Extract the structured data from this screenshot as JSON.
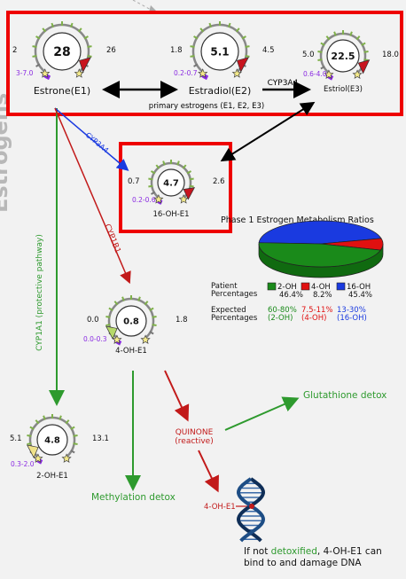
{
  "side_title": "Estrogens",
  "gauges": {
    "estrone": {
      "value": "28",
      "low": "2",
      "high": "26",
      "range": "3-7.0",
      "label": "Estrone(E1)"
    },
    "estradiol": {
      "value": "5.1",
      "low": "1.8",
      "high": "4.5",
      "range": "0.2-0.7",
      "label": "Estradiol(E2)"
    },
    "estriol": {
      "value": "22.5",
      "low": "5.0",
      "high": "18.0",
      "range": "0.6-4.0",
      "label": "Estriol(E3)"
    },
    "oh16": {
      "value": "4.7",
      "low": "0.7",
      "high": "2.6",
      "range": "0.2-0.6",
      "label": "16-OH-E1"
    },
    "oh4": {
      "value": "0.8",
      "low": "0.0",
      "high": "1.8",
      "range": "0.0-0.3",
      "label": "4-OH-E1"
    },
    "oh2": {
      "value": "4.8",
      "low": "5.1",
      "high": "13.1",
      "range": "0.3-2.0",
      "label": "2-OH-E1"
    }
  },
  "labels": {
    "primary": "primary estrogens (E1, E2, E3)",
    "cyp3a4_top": "CYP3A4",
    "cyp3a4_diag": "CYP3A4",
    "cyp1b1": "CYP1B1",
    "cyp1a1": "CYP1A1 (protective pathway)",
    "quinone": "QUINONE",
    "reactive": "(reactive)",
    "glutathione": "Glutathione detox",
    "methylation": "Methylation detox",
    "dna_label": "4-OH-E1",
    "footer_pre": "If not ",
    "footer_highlight": "detoxified",
    "footer_post": ", 4-OH-E1 can",
    "footer_line2": "bind to and damage DNA"
  },
  "ratios": {
    "title": "Phase 1 Estrogen Metabolism Ratios",
    "patient_label_1": "Patient",
    "patient_label_2": "Percentages",
    "expected_label_1": "Expected",
    "expected_label_2": "Percentages",
    "legend": [
      {
        "name": "2-OH",
        "color": "#1a8a1a",
        "patient": "46.4%",
        "expected": "60-80%",
        "expected_sub": "(2-OH)",
        "value": 46.4
      },
      {
        "name": "4-OH",
        "color": "#e01010",
        "patient": "8.2%",
        "expected": "7.5-11%",
        "expected_sub": "(4-OH)",
        "value": 8.2
      },
      {
        "name": "16-OH",
        "color": "#1a3ae0",
        "patient": "45.4%",
        "expected": "13-30%",
        "expected_sub": "(16-OH)",
        "value": 45.4
      }
    ]
  },
  "colors": {
    "highlight_box": "#ee0000",
    "green": "#2e9a2e",
    "red": "#c21a1a",
    "blue": "#1a3ae0",
    "purple": "#8a2be2",
    "gauge_tick": "#7fb04a"
  }
}
